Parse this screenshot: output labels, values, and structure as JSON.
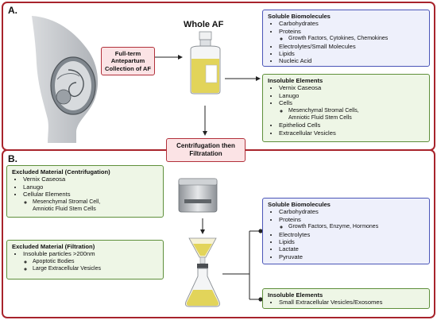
{
  "section_a": {
    "label": "A.",
    "whole_af": "Whole AF",
    "collection": "Full-term Antepartum Collection of AF",
    "soluble": {
      "title": "Soluble Biomolecules",
      "items": [
        "Carbohydrates",
        "Proteins",
        "Electrolytes/Small Molecules",
        "Lipids",
        "Nucleic Acid"
      ],
      "protein_sub": "Growth Factors, Cytokines, Chemokines"
    },
    "insoluble": {
      "title": "Insoluble Elements",
      "items": [
        "Vernix Caseosa",
        "Lanugo",
        "Cells",
        "Epitheliod Cells",
        "Extracellular Vesicles"
      ],
      "cells_sub": [
        "Mesenchymal Stromal Cells,",
        "Amniotic Fluid Stem Cells"
      ]
    }
  },
  "process": "Centrifugation then Filtratation",
  "section_b": {
    "label": "B.",
    "excluded_centrifugation": {
      "title": "Excluded Material (Centrifugation)",
      "items": [
        "Vernix Caseosa",
        "Lanugo",
        "Cellular Elements"
      ],
      "cellular_sub": [
        "Mesenchymal Stromal Cell,",
        "Amniotic Fluid Stem Cells"
      ]
    },
    "excluded_filtration": {
      "title": "Excluded Material (Filtration)",
      "items": [
        "Insoluble particles >200nm"
      ],
      "sub": [
        "Apoptotic Bodies",
        "Large Extracellular Vesicles"
      ]
    },
    "soluble": {
      "title": "Soluble Biomolecules",
      "items": [
        "Carbohydrates",
        "Proteins",
        "Electrolytes",
        "Lipids",
        "Lactate",
        "Pyruvate"
      ],
      "protein_sub": "Growth Factors, Enzyme, Hormones"
    },
    "insoluble": {
      "title": "Insoluble Elements",
      "items": [
        "Small Extracellular Vesicles/Exosomes"
      ]
    }
  },
  "colors": {
    "frame": "#a8242c",
    "blue_border": "#4a55b8",
    "green_border": "#5e8f3a",
    "fluid": "#e2d45a"
  }
}
